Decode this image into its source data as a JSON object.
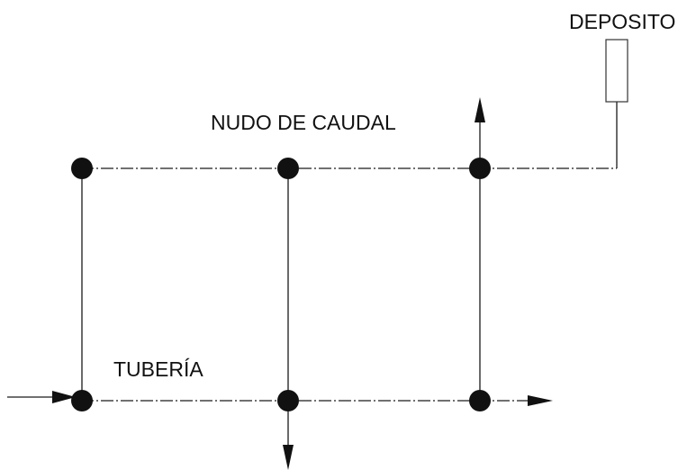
{
  "diagram": {
    "labels": {
      "deposito": "DEPOSITO",
      "nudo_de_caudal": "NUDO DE CAUDAL",
      "tuberia": "TUBERÍA"
    },
    "colors": {
      "line": "#1a1a1a",
      "node": "#111111",
      "tank_outline": "#333333",
      "background": "#ffffff"
    },
    "icons": {
      "node": "filled-circle",
      "tank": "rectangle-outline",
      "flow": "arrowhead"
    }
  }
}
